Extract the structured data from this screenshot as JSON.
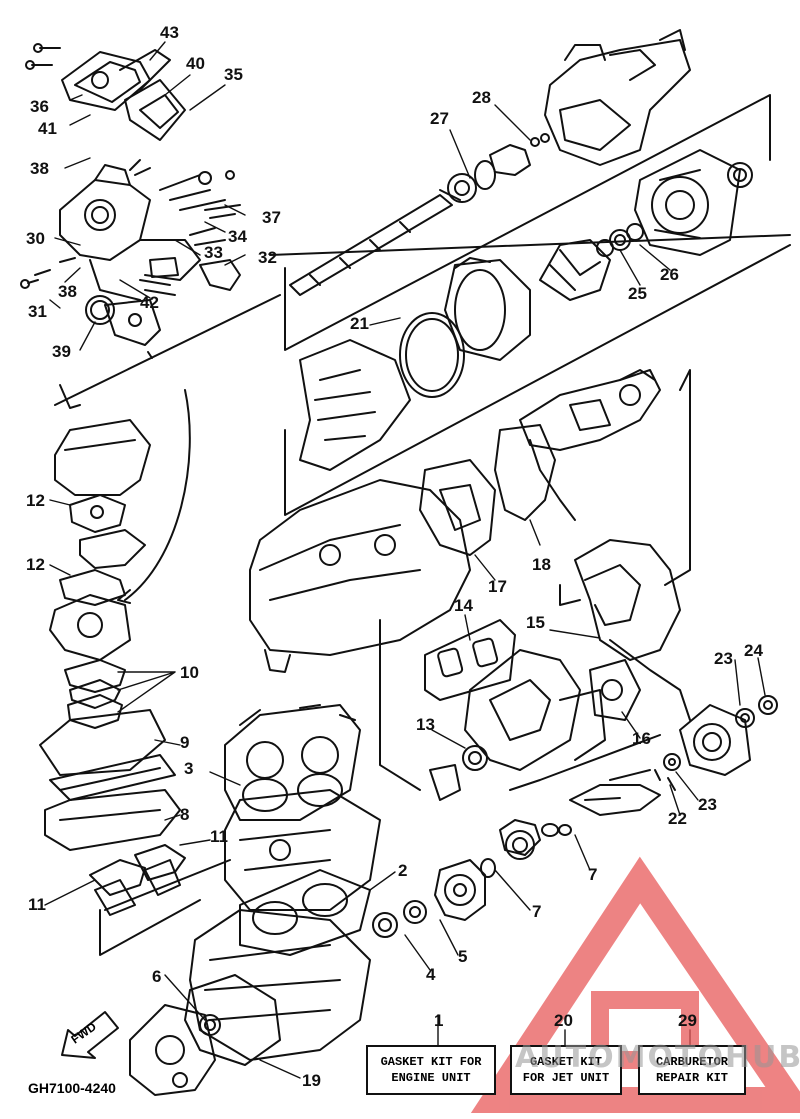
{
  "diagram_code": "GH7100-4240",
  "fwd_label": "FWD",
  "callouts": {
    "n43": "43",
    "n40": "40",
    "n35": "35",
    "n36": "36",
    "n41": "41",
    "n38a": "38",
    "n37": "37",
    "n30": "30",
    "n34": "34",
    "n33": "33",
    "n32": "32",
    "n38b": "38",
    "n31": "31",
    "n42": "42",
    "n39": "39",
    "n28": "28",
    "n27": "27",
    "n26": "26",
    "n25": "25",
    "n21": "21",
    "n12a": "12",
    "n12b": "12",
    "n10": "10",
    "n17": "17",
    "n18": "18",
    "n14": "14",
    "n15": "15",
    "n23a": "23",
    "n24": "24",
    "n13": "13",
    "n16": "16",
    "n9": "9",
    "n3": "3",
    "n8": "8",
    "n11a": "11",
    "n11b": "11",
    "n23b": "23",
    "n22": "22",
    "n7a": "7",
    "n7b": "7",
    "n2": "2",
    "n5": "5",
    "n4": "4",
    "n6": "6",
    "n19": "19",
    "n1": "1",
    "n20": "20",
    "n29": "29"
  },
  "kits": {
    "engine": {
      "line1": "GASKET KIT FOR",
      "line2": "ENGINE UNIT"
    },
    "jet": {
      "line1": "GASKET KIT",
      "line2": "FOR JET UNIT"
    },
    "carb": {
      "line1": "CARBURETOR",
      "line2": "REPAIR KIT"
    }
  },
  "watermark": {
    "text": "AUTOMOTOHUB",
    "color": "#e85a5a"
  }
}
